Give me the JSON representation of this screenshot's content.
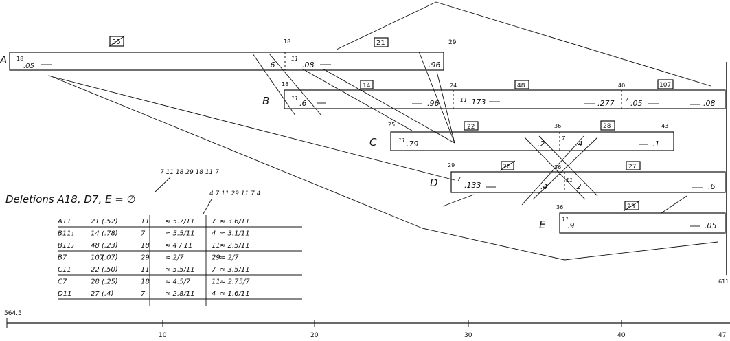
{
  "bars": [
    {
      "id": "A",
      "label": "A",
      "start": "18",
      "box_mid": "55",
      "box_right": "21",
      "end": "29",
      "values": [
        ".05",
        ".6",
        "11",
        ".08",
        ".96"
      ]
    },
    {
      "id": "B",
      "label": "B",
      "start": "18",
      "box1": "14",
      "mid": "24",
      "box2": "48",
      "tick": "40",
      "box3": "107",
      "values": [
        "11",
        ".6",
        ".96",
        "11",
        ".173",
        ".277",
        "7",
        ".05",
        ".08"
      ]
    },
    {
      "id": "C",
      "label": "C",
      "start": "25",
      "box1": "22",
      "mid": "36",
      "box2": "28",
      "end": "43",
      "values": [
        "11",
        ".79",
        ".2",
        "7",
        ".4",
        ".1"
      ]
    },
    {
      "id": "D",
      "label": "D",
      "start": "29",
      "box1": "26",
      "mid": "36",
      "box2": "27",
      "values": [
        "7",
        ".133",
        ".4",
        "11",
        ".2",
        ".6"
      ]
    },
    {
      "id": "E",
      "label": "E",
      "start": "36",
      "box1": "23",
      "values": [
        "11",
        ".9",
        ".05"
      ]
    }
  ],
  "deletions": "Deletions A18, D7, E = ∅",
  "col_head_1": "7  11  18  29  18  11  7",
  "col_head_2": "4  7  11  29  11  7  4",
  "table_rows": [
    [
      "A11",
      "21",
      "(.52)",
      "11",
      "≈ 5.7/11",
      "7",
      "≈ 3.6/11"
    ],
    [
      "B11₁",
      "14",
      "(.78)",
      "7",
      "≈ 5.5/11",
      "4",
      "≈ 3.1/11"
    ],
    [
      "B11₂",
      "48",
      "(.23)",
      "18",
      "≈ 4 / 11",
      "11",
      "≈ 2.5/11"
    ],
    [
      "B7",
      "107",
      "(.07)",
      "29",
      "≈ 2/7",
      "29",
      "≈ 2/7"
    ],
    [
      "C11",
      "22",
      "(.50)",
      "11",
      "≈ 5.5/11",
      "7",
      "≈ 3.5/11"
    ],
    [
      "C7",
      "28",
      "(.25)",
      "18",
      "≈ 4.5/7",
      "11",
      "≈ 2.75/7"
    ],
    [
      "D11",
      "27",
      "(.4)",
      "7",
      "≈ 2.8/11",
      "4",
      "≈ 1.6/11"
    ]
  ],
  "axis": {
    "start_label": "564.5",
    "ticks": [
      "10",
      "20",
      "30",
      "40",
      "47"
    ],
    "side_label": "611."
  }
}
